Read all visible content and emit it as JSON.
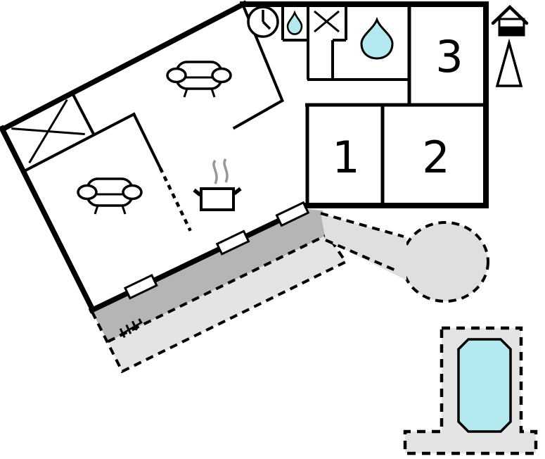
{
  "diagram": {
    "title": "holiday-home floor plan",
    "rooms": [
      {
        "id": "room-1",
        "label": "1"
      },
      {
        "id": "room-2",
        "label": "2"
      },
      {
        "id": "room-3",
        "label": "3"
      }
    ],
    "icons": {
      "clock": "wall-clock",
      "small_drop": "water-tap-small",
      "large_drop": "bathroom-water",
      "cross_cell": "closet-cross",
      "cross_room": "closet-cross",
      "sofa_living": "sofa-top-view",
      "sofa_lounge": "sofa-top-view",
      "stove": "steaming-pot-stove",
      "house": "house-elevation-marker",
      "north_arrow": "north-arrow",
      "fence": "terrace-steps-mark",
      "windows": [
        "window-1",
        "window-2",
        "window-3"
      ],
      "pool": "swimming-pool",
      "terrace_dark": "covered-terrace",
      "terrace_light": "open-terrace",
      "path_blob": "garden-path-and-patio"
    }
  },
  "colors": {
    "wall": "#000000",
    "terrace_dark": "#b5b5b5",
    "terrace_light": "#e4e4e4",
    "path": "#dfdfdf",
    "water": "#b4e9f0",
    "steam": "#979797",
    "background": "#ffffff"
  }
}
